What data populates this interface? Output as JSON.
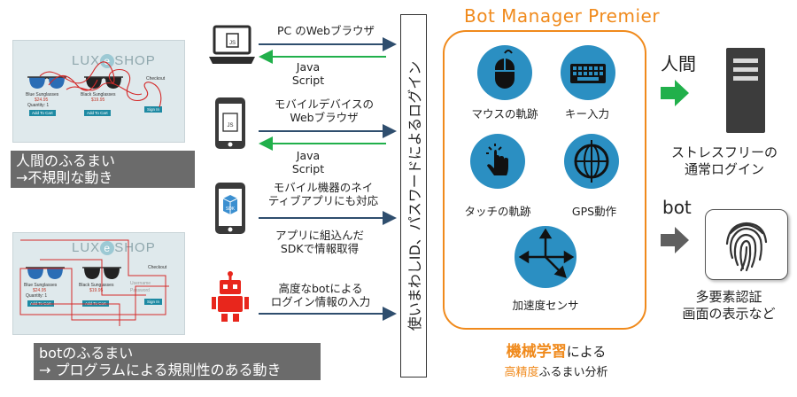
{
  "human_shot": {
    "logo_prefix": "LUX",
    "logo_e": "e",
    "logo_suffix": "SHOP",
    "item1_name": "Blue Sunglasses",
    "item1_price": "$24.95",
    "item2_name": "Black Sunglasses",
    "item2_price": "$19.95",
    "quantity_label": "Quantity:",
    "quantity_value": "1",
    "add_to_cart": "Add To Cart",
    "checkout": "Checkout",
    "sign_in": "Sign In"
  },
  "bot_shot": {
    "logo_prefix": "LUX",
    "logo_e": "e",
    "logo_suffix": "SHOP",
    "item1_name": "Blue Sunglasses",
    "item1_price": "$24.95",
    "item2_name": "Black Sunglasses",
    "item2_price": "$19.95",
    "quantity_label": "Quantity:",
    "quantity_value": "1",
    "add_to_cart": "Add To Cart",
    "checkout": "Checkout",
    "username": "Username",
    "password": "Password",
    "sign_in": "Sign In"
  },
  "captions": {
    "human_line1": "人間のふるまい",
    "human_line2": "→不規則な動き",
    "bot_line1": "botのふるまい",
    "bot_line2": "→ プログラムによる規則性のある動き"
  },
  "sources": {
    "pc_label": "PC のWebブラウザ",
    "pc_js_line1": "Java",
    "pc_js_line2": "Script",
    "mobile_label_line1": "モバイルデバイスの",
    "mobile_label_line2": "Webブラウザ",
    "mobile_js_line1": "Java",
    "mobile_js_line2": "Script",
    "app_label_line1": "モバイル機器のネイ",
    "app_label_line2": "ティブアプリにも対応",
    "sdk_label_line1": "アプリに組込んだ",
    "sdk_label_line2": "SDKで情報取得",
    "bot_label_line1": "高度なbotによる",
    "bot_label_line2": "ログイン情報の入力",
    "icon_js_pc": "JS",
    "icon_js_mobile": "JS",
    "icon_sdk": "SDK"
  },
  "login_bar": {
    "text": "使いまわしID、パスワードによるログイン"
  },
  "bmp": {
    "title": "Bot Manager Premier",
    "features": [
      {
        "label": "マウスの軌跡",
        "icon": "mouse-icon"
      },
      {
        "label": "キー入力",
        "icon": "keyboard-icon"
      },
      {
        "label": "タッチの軌跡",
        "icon": "touch-icon"
      },
      {
        "label": "GPS動作",
        "icon": "gps-icon"
      },
      {
        "label": "加速度センサ",
        "icon": "accelerometer-icon"
      }
    ],
    "ml_bold": "機械学習",
    "ml_rest": "による",
    "analysis_orange": "高精度",
    "analysis_rest": "ふるまい分析"
  },
  "outcomes": {
    "human_title": "人間",
    "human_desc_line1": "ストレスフリーの",
    "human_desc_line2": "通常ログイン",
    "bot_title": "bot",
    "bot_desc_line1": "多要素認証",
    "bot_desc_line2": "画面の表示など"
  },
  "colors": {
    "orange": "#f08a1c",
    "blue_circle": "#2b8fc2",
    "navy_arrow": "#2f4e6e",
    "green_arrow": "#21b04b",
    "gray_caption": "#6b6b6b",
    "robot_red": "#e8261c"
  }
}
